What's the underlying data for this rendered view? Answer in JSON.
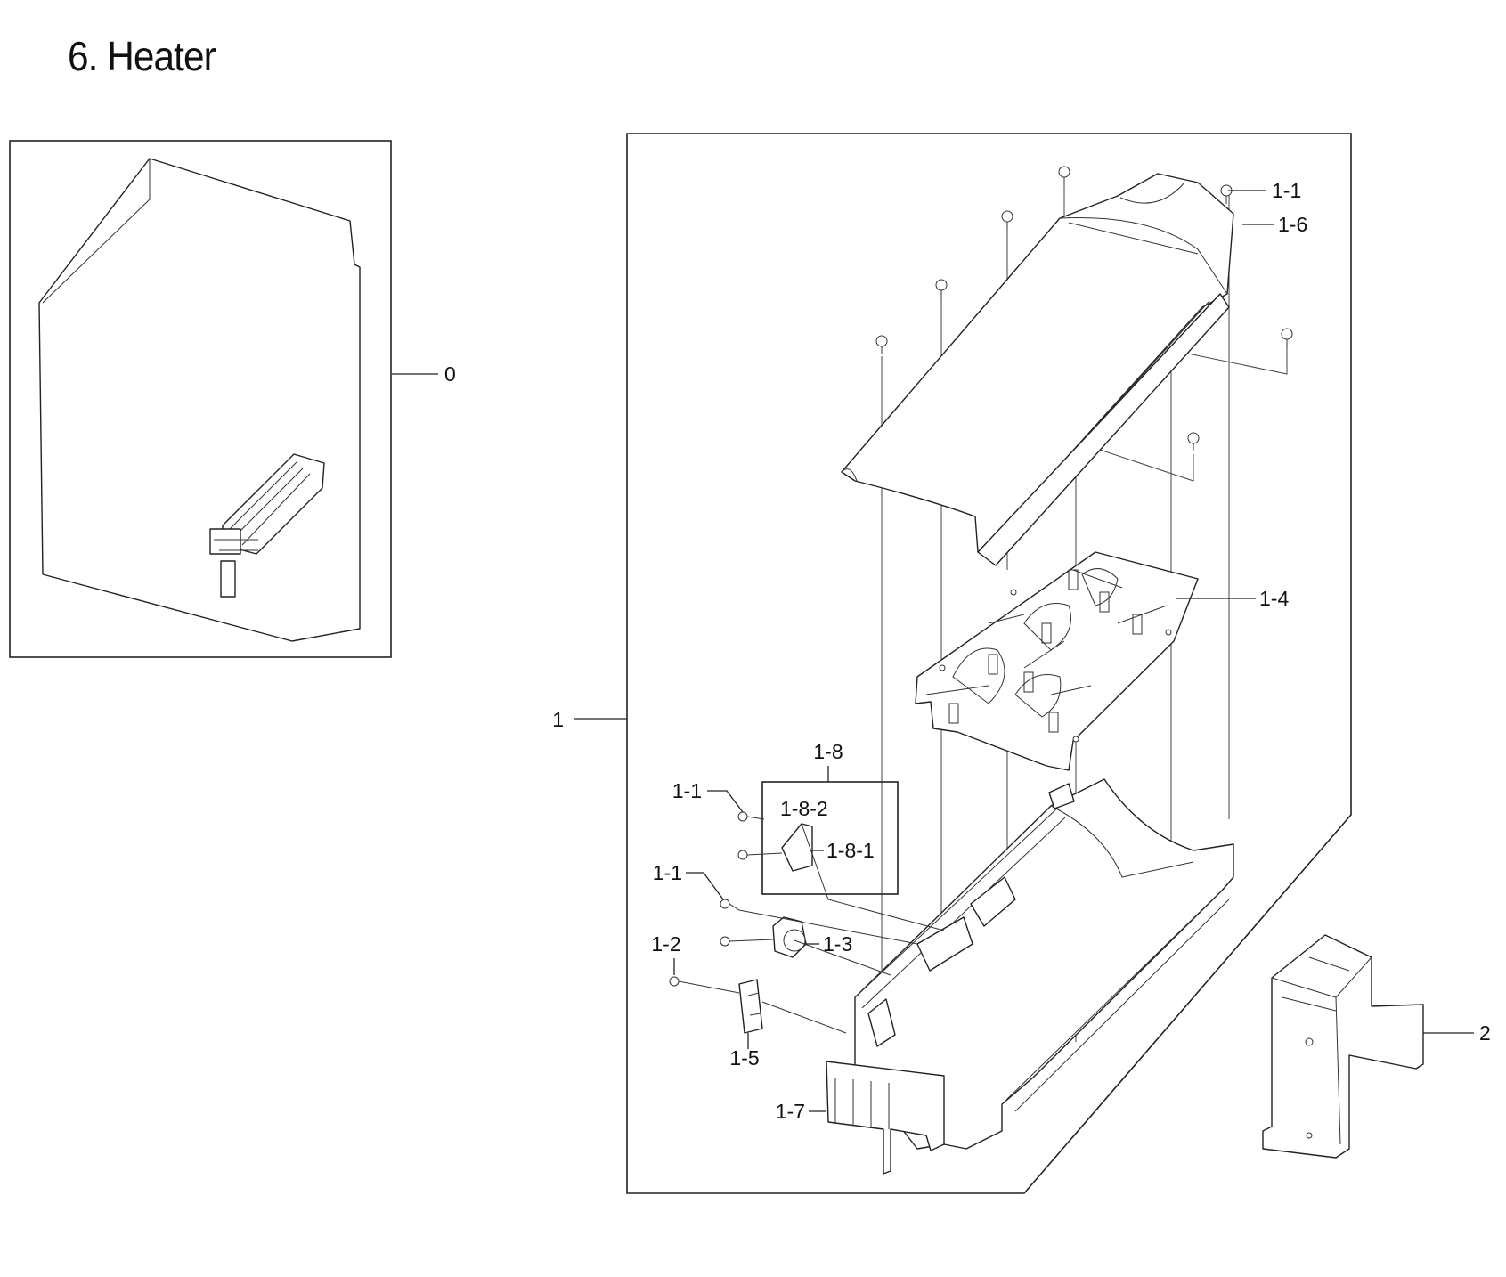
{
  "title": "6. Heater",
  "callouts": {
    "c0": "0",
    "c1": "1",
    "c1_1a": "1-1",
    "c1_6": "1-6",
    "c1_4": "1-4",
    "c1_8": "1-8",
    "c1_1b": "1-1",
    "c1_8_2": "1-8-2",
    "c1_8_1": "1-8-1",
    "c1_1c": "1-1",
    "c1_3": "1-3",
    "c1_2": "1-2",
    "c1_5": "1-5",
    "c1_7": "1-7",
    "c2": "2"
  }
}
